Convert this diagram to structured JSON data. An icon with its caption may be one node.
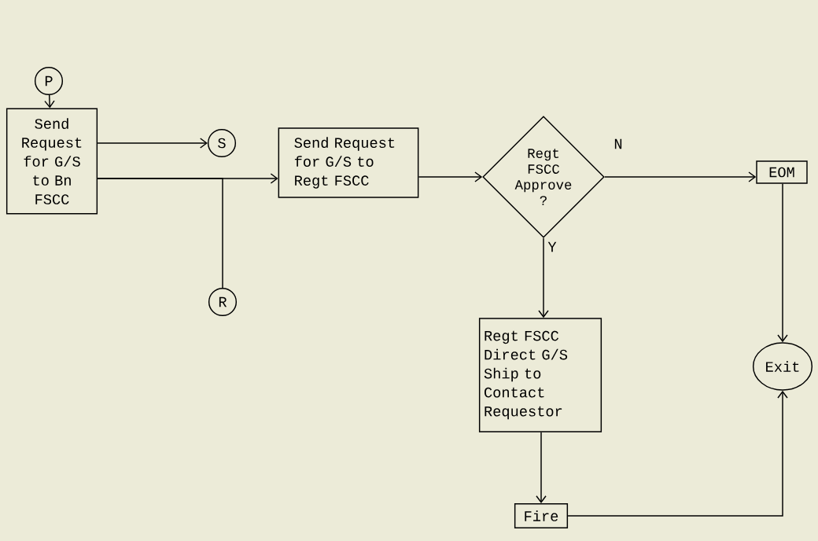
{
  "diagram": {
    "nodes": [
      {
        "text": [
          "P"
        ]
      },
      {
        "text": [
          "Send Request for G/S to Bn FSCC"
        ]
      },
      {
        "text": [
          "S"
        ]
      },
      {
        "text": [
          "Send Request for G/S to Regt FSCC"
        ]
      },
      {
        "text": [
          "Regt FSCC Approve ?"
        ]
      },
      {
        "text": [
          "EOM"
        ]
      },
      {
        "text": [
          "R"
        ]
      },
      {
        "text": [
          "Regt FSCC Direct G/S Ship to Contact Requestor"
        ]
      },
      {
        "text": [
          "Exit"
        ]
      },
      {
        "text": [
          "Fire"
        ]
      }
    ],
    "edges": [
      {
        "from": 0,
        "to": 1,
        "arrow": "to"
      },
      {
        "from": 1,
        "to": 2,
        "arrow": "to"
      },
      {
        "from": 1,
        "to": 3,
        "arrow": "to"
      },
      {
        "from": 1,
        "to": 6,
        "arrow": "none"
      },
      {
        "from": 3,
        "to": 4,
        "arrow": "to"
      },
      {
        "from": 4,
        "to": 5,
        "arrow": "to",
        "label": "N"
      },
      {
        "from": 4,
        "to": 7,
        "arrow": "to",
        "label": "Y"
      },
      {
        "from": 5,
        "to": 8,
        "arrow": "to"
      },
      {
        "from": 7,
        "to": 9,
        "arrow": "to"
      },
      {
        "from": 9,
        "to": 8,
        "arrow": "to"
      }
    ]
  }
}
